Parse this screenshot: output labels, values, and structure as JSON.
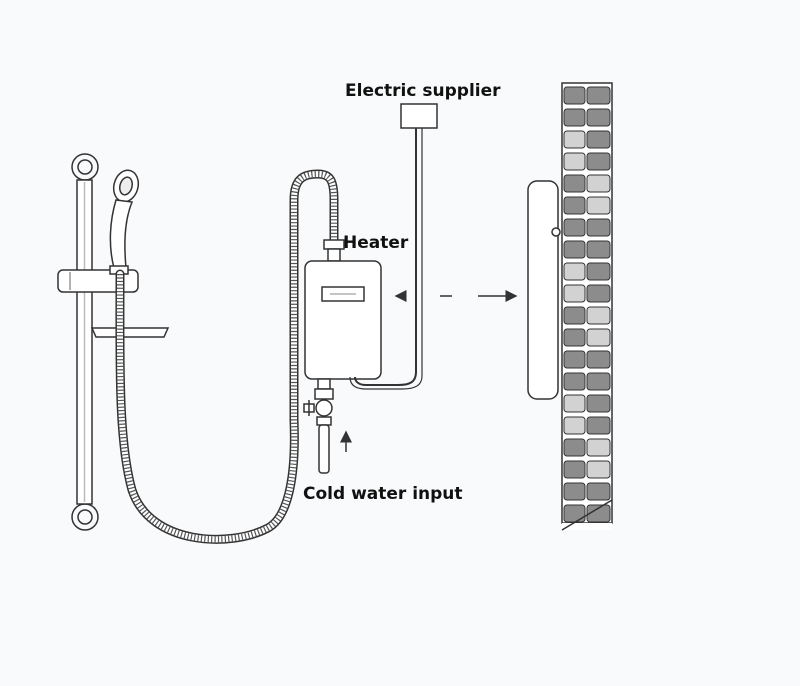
{
  "labels": {
    "electric_supplier": "Electric supplier",
    "heater": "Heater",
    "cold_water_input": "Cold water input"
  },
  "colors": {
    "background": "#f8fafb",
    "line": "#333333",
    "brick_dark": "#8c8c8c",
    "brick_light": "#d2d2d2",
    "label": "#111111"
  }
}
